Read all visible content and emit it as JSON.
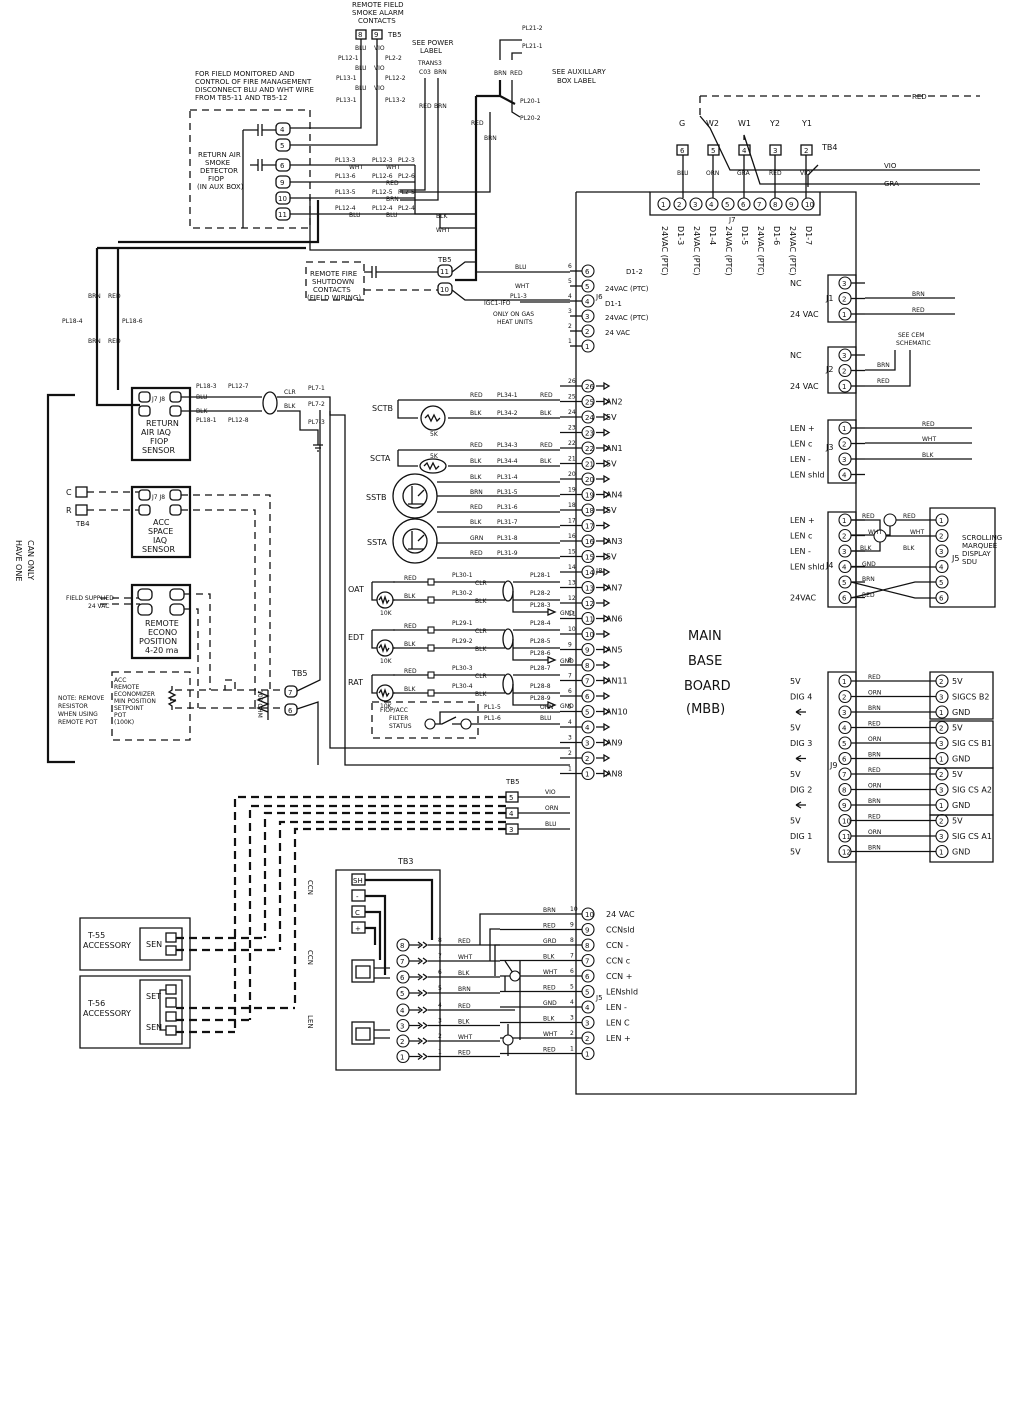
{
  "title_notes": {
    "smoke_alarm": [
      "REMOTE FIELD",
      "SMOKE ALARM",
      "CONTACTS"
    ],
    "power_label": [
      "SEE POWER",
      "LABEL"
    ],
    "trans": "TRANS3",
    "trans_pins": [
      "C03",
      "BRN"
    ],
    "aux_box": [
      "SEE AUXILLARY",
      "BOX LABEL"
    ],
    "fire_mgmt": [
      "FOR FIELD MONITORED AND",
      "CONTROL OF FIRE MANAGEMENT",
      "DISCONNECT BLU AND WHT WIRE",
      "FROM TB5-11 AND TB5-12"
    ],
    "return_smoke": [
      "RETURN AIR",
      "SMOKE",
      "DETECTOR",
      "FIOP",
      "(IN AUX BOX)"
    ],
    "fire_shutdown": [
      "REMOTE FIRE",
      "SHUTDOWN",
      "CONTACTS",
      "(FIELD WIRING)"
    ],
    "igc": "IGC1-IFO",
    "gas_note": [
      "ONLY ON GAS",
      "HEAT UNITS"
    ],
    "can_only": [
      "CAN ONLY",
      "HAVE ONE"
    ],
    "cem": [
      "SEE CEM",
      "SCHEMATIC"
    ],
    "scrolling": [
      "SCROLLING",
      "MARQUEE",
      "DISPLAY",
      "SDU"
    ],
    "mbb": [
      "MAIN",
      "BASE",
      "BOARD",
      "(MBB)"
    ],
    "field_supplied": [
      "FIELD SUPPLIED",
      "24 VAC"
    ],
    "remove_note": [
      "NOTE: REMOVE",
      "RESISTOR",
      "WHEN USING",
      "REMOTE POT"
    ],
    "acc_remote": [
      "ACC",
      "REMOTE",
      "ECONOMIZER",
      "MIN POSITION",
      "SETPOINT",
      "POT",
      "(100K)"
    ],
    "resistor": "100 OHM",
    "filter": [
      "FIOP/ACC",
      "FILTER",
      "STATUS"
    ]
  },
  "labels": {
    "tb5": "TB5",
    "tb4": "TB4",
    "tb3": "TB3",
    "j5": "J5",
    "j6": "J6",
    "j7": "J7",
    "j8": "J8",
    "j9": "J9",
    "j1": "J1",
    "j2": "J2",
    "j3": "J3",
    "j4": "J4",
    "red": "RED",
    "gra": "GRA",
    "vio": "VIO"
  },
  "smoke_contacts": {
    "pins": [
      "8",
      "9"
    ],
    "pl_left": [
      "PL12-1",
      "PL13-1",
      "PL13-1"
    ],
    "pl_right": [
      "PL2-2",
      "PL12-2",
      "PL13-2"
    ],
    "left_color": "BLU",
    "right_color": "VIO"
  },
  "tb5_top": [
    "4",
    "5",
    "6",
    "9",
    "10",
    "11"
  ],
  "smoke_pl": [
    {
      "a": "PL13-3",
      "c": "WHT",
      "b": "PL12-3",
      "d": "WHT",
      "e": "PL2-3"
    },
    {
      "a": "PL13-6",
      "c": "",
      "b": "PL12-6",
      "d": "RED",
      "e": "PL2-6"
    },
    {
      "a": "PL13-5",
      "c": "",
      "b": "PL12-5",
      "d": "BRN",
      "e": "PL2-5"
    },
    {
      "a": "PL12-4",
      "c": "BLU",
      "b": "PL12-4",
      "d": "BLU",
      "e": "PL2-4"
    }
  ],
  "aux_pl": {
    "top": "PL21-2",
    "top2": "PL21-1",
    "brn": "BRN",
    "red": "RED",
    "p1": "PL20-1",
    "p2": "PL20-2"
  },
  "tb4": [
    {
      "name": "G",
      "pin": "6",
      "color": "BLU"
    },
    {
      "name": "W2",
      "pin": "5",
      "color": "ORN"
    },
    {
      "name": "W1",
      "pin": "4",
      "color": "GRA"
    },
    {
      "name": "Y2",
      "pin": "3",
      "color": "RED"
    },
    {
      "name": "Y1",
      "pin": "2",
      "color": "VIO"
    }
  ],
  "j7_pins": [
    "1",
    "2",
    "3",
    "4",
    "5",
    "6",
    "7",
    "8",
    "9",
    "10"
  ],
  "j7_labels": [
    "24VAC (PTC)",
    "D1-3",
    "24VAC (PTC)",
    "D1-4",
    "24VAC (PTC)",
    "D1-5",
    "24VAC (PTC)",
    "D1-6",
    "24VAC (PTC)",
    "D1-7"
  ],
  "j6": [
    {
      "pin": "6",
      "label": "D1-2",
      "wire": "BLU"
    },
    {
      "pin": "5",
      "label": "24VAC (PTC)",
      "wire": "WHT"
    },
    {
      "pin": "4",
      "label": "D1-1",
      "wire": "PL1-3"
    },
    {
      "pin": "3",
      "label": "24VAC (PTC)",
      "wire": ""
    },
    {
      "pin": "2",
      "label": "24 VAC",
      "wire": ""
    },
    {
      "pin": "1",
      "label": "",
      "wire": ""
    }
  ],
  "tb5_fire": [
    "11",
    "10"
  ],
  "j8": [
    {
      "pin": "26",
      "label": "",
      "wire": ""
    },
    {
      "pin": "25",
      "label": "AN2",
      "wire": "RED"
    },
    {
      "pin": "24",
      "label": "5V",
      "wire": "BLK"
    },
    {
      "pin": "23",
      "label": "",
      "wire": ""
    },
    {
      "pin": "22",
      "label": "AN1",
      "wire": "RED"
    },
    {
      "pin": "21",
      "label": "5V",
      "wire": "BLK"
    },
    {
      "pin": "20",
      "label": "",
      "wire": ""
    },
    {
      "pin": "19",
      "label": "AN4",
      "wire": "BRN"
    },
    {
      "pin": "18",
      "label": "5V",
      "wire": "RED"
    },
    {
      "pin": "17",
      "label": "",
      "wire": "BLK"
    },
    {
      "pin": "16",
      "label": "AN3",
      "wire": "GRN"
    },
    {
      "pin": "15",
      "label": "5V",
      "wire": "RED"
    },
    {
      "pin": "14",
      "label": "",
      "wire": ""
    },
    {
      "pin": "13",
      "label": "AN7",
      "wire": ""
    },
    {
      "pin": "12",
      "label": "",
      "wire": ""
    },
    {
      "pin": "11",
      "label": "AN6",
      "wire": ""
    },
    {
      "pin": "10",
      "label": "",
      "wire": ""
    },
    {
      "pin": "9",
      "label": "AN5",
      "wire": ""
    },
    {
      "pin": "8",
      "label": "",
      "wire": "ORN"
    },
    {
      "pin": "7",
      "label": "AN11",
      "wire": "BLU"
    },
    {
      "pin": "6",
      "label": "",
      "wire": "BLK"
    },
    {
      "pin": "5",
      "label": "AN10",
      "wire": "BLU"
    },
    {
      "pin": "4",
      "label": "",
      "wire": ""
    },
    {
      "pin": "3",
      "label": "AN9",
      "wire": "VIO"
    },
    {
      "pin": "2",
      "label": "",
      "wire": "ORN"
    },
    {
      "pin": "1",
      "label": "AN8",
      "wire": "BLU"
    }
  ],
  "sensors": {
    "sctb": {
      "name": "SCTB",
      "pl": [
        "PL34-1",
        "PL34-2"
      ],
      "tag": "5K"
    },
    "scta": {
      "name": "SCTA",
      "pl": [
        "PL34-3",
        "PL34-4"
      ],
      "tag": "5K"
    },
    "sstb": {
      "name": "SSTB",
      "pl": [
        "PL31-4",
        "PL31-5",
        "PL31-6"
      ]
    },
    "ssta": {
      "name": "SSTA",
      "pl": [
        "PL31-7",
        "PL31-8",
        "PL31-9"
      ]
    },
    "oat": {
      "name": "OAT",
      "tag": "10K",
      "pl": [
        "PL30-1",
        "PL30-2",
        "PL28-1",
        "PL28-2",
        "PL28-3"
      ]
    },
    "edt": {
      "name": "EDT",
      "tag": "10K",
      "pl": [
        "PL29-1",
        "PL29-2",
        "PL28-4",
        "PL28-5",
        "PL28-6"
      ]
    },
    "rat": {
      "name": "RAT",
      "tag": "10K",
      "pl": [
        "PL30-3",
        "PL30-4",
        "PL28-7",
        "PL28-8",
        "PL28-9"
      ]
    },
    "clr": "CLR",
    "gnd": "GND",
    "filter_pl": [
      "PL1-5",
      "PL1-6"
    ]
  },
  "left_boxes": {
    "return_iaq": {
      "lines": [
        "RETURN",
        "AIR IAQ",
        "FIOP",
        "SENSOR"
      ],
      "j": "J7 J8",
      "pl": [
        "PL18-3",
        "PL18-1"
      ],
      "pl2": [
        "PL12-7",
        "PL12-8"
      ],
      "pl3": [
        "PL7-1",
        "PL7-2",
        "PL7-3"
      ]
    },
    "acc_space": {
      "lines": [
        "ACC",
        "SPACE",
        "IAQ",
        "SENSOR"
      ],
      "j": "J7 J8"
    },
    "econo": {
      "lines": [
        "REMOTE",
        "ECONO",
        "POSITION",
        "4-20 ma"
      ]
    },
    "pl18": [
      "PL18-4",
      "PL18-6"
    ],
    "brn_red": [
      "BRN",
      "RED"
    ],
    "c_label": "C",
    "r_label": "R",
    "tb4_left": "TB4",
    "tb5_mid": "TB5",
    "tb5_pins": [
      "7",
      "6"
    ]
  },
  "j1": {
    "rows": [
      {
        "l": "NC",
        "p": "3",
        "w": ""
      },
      {
        "l": "",
        "p": "2",
        "w": "BRN"
      },
      {
        "l": "24 VAC",
        "p": "1",
        "w": "RED"
      }
    ]
  },
  "j2": {
    "rows": [
      {
        "l": "NC",
        "p": "3",
        "w": ""
      },
      {
        "l": "",
        "p": "2",
        "w": "BRN"
      },
      {
        "l": "24 VAC",
        "p": "1",
        "w": "RED"
      }
    ]
  },
  "j3": {
    "rows": [
      {
        "l": "LEN +",
        "p": "1",
        "w": "RED"
      },
      {
        "l": "LEN c",
        "p": "2",
        "w": "WHT"
      },
      {
        "l": "LEN -",
        "p": "3",
        "w": "BLK"
      },
      {
        "l": "LEN shld",
        "p": "4",
        "w": ""
      }
    ]
  },
  "j4": {
    "rows": [
      {
        "l": "LEN +",
        "p": "1",
        "w": "RED"
      },
      {
        "l": "LEN c",
        "p": "2",
        "w": "WHT"
      },
      {
        "l": "LEN -",
        "p": "3",
        "w": "BLK"
      },
      {
        "l": "LEN shld",
        "p": "4",
        "w": "GND"
      },
      {
        "l": "",
        "p": "5",
        "w": "BRN"
      },
      {
        "l": "24VAC",
        "p": "6",
        "w": "RED"
      }
    ]
  },
  "sdu_pins": [
    "1",
    "2",
    "3",
    "4",
    "5",
    "6"
  ],
  "j9": [
    {
      "l": "5V",
      "p": "1",
      "w": "RED",
      "r": "2",
      "rl": "5V"
    },
    {
      "l": "DIG 4",
      "p": "2",
      "w": "ORN",
      "r": "3",
      "rl": "SIGCS B2"
    },
    {
      "l": "",
      "p": "3",
      "w": "BRN",
      "r": "1",
      "rl": "GND"
    },
    {
      "l": "5V",
      "p": "4",
      "w": "RED",
      "r": "2",
      "rl": "5V"
    },
    {
      "l": "DIG 3",
      "p": "5",
      "w": "ORN",
      "r": "3",
      "rl": "SIG CS B1"
    },
    {
      "l": "",
      "p": "6",
      "w": "BRN",
      "r": "1",
      "rl": "GND"
    },
    {
      "l": "5V",
      "p": "7",
      "w": "RED",
      "r": "2",
      "rl": "5V"
    },
    {
      "l": "DIG 2",
      "p": "8",
      "w": "ORN",
      "r": "3",
      "rl": "SIG CS A2"
    },
    {
      "l": "",
      "p": "9",
      "w": "BRN",
      "r": "1",
      "rl": "GND"
    },
    {
      "l": "5V",
      "p": "10",
      "w": "RED",
      "r": "2",
      "rl": "5V"
    },
    {
      "l": "DIG 1",
      "p": "11",
      "w": "ORN",
      "r": "3",
      "rl": "SIG CS A1"
    },
    {
      "l": "5V",
      "p": "12",
      "w": "BRN",
      "r": "1",
      "rl": "GND"
    }
  ],
  "tb5_low": [
    "5",
    "4",
    "3"
  ],
  "tb3": {
    "pins": [
      "SH",
      "-",
      "C",
      "+"
    ],
    "ccn": "CCN",
    "ccn2": "CCN",
    "len": "LEN"
  },
  "ccn_pins": [
    "8",
    "7",
    "6",
    "5"
  ],
  "len_pins": [
    "4",
    "3",
    "2",
    "1"
  ],
  "ccn_nums": [
    "8",
    "7",
    "6",
    "5",
    "4",
    "3",
    "2",
    "1"
  ],
  "ccn_wires": [
    "RED",
    "WHT",
    "BLK",
    "BRN",
    "RED",
    "BLK",
    "WHT",
    "RED"
  ],
  "j5": [
    {
      "pin": "10",
      "label": "24 VAC",
      "wire": "BRN"
    },
    {
      "pin": "9",
      "label": "CCNsld",
      "wire": "RED"
    },
    {
      "pin": "8",
      "label": "CCN -",
      "wire": "GRD"
    },
    {
      "pin": "7",
      "label": "CCN c",
      "wire": "BLK"
    },
    {
      "pin": "6",
      "label": "CCN +",
      "wire": "WHT"
    },
    {
      "pin": "5",
      "label": "LENshld",
      "wire": "RED"
    },
    {
      "pin": "4",
      "label": "LEN -",
      "wire": "GND"
    },
    {
      "pin": "3",
      "label": "LEN C",
      "wire": "BLK"
    },
    {
      "pin": "2",
      "label": "LEN +",
      "wire": "WHT"
    },
    {
      "pin": "1",
      "label": "",
      "wire": "RED"
    }
  ],
  "t55": {
    "name": [
      "T-55",
      "ACCESSORY"
    ],
    "sen": "SEN"
  },
  "t56": {
    "name": [
      "T-56",
      "ACCESSORY"
    ],
    "set": "SET",
    "sen": "SEN"
  },
  "colors": {
    "ink": "#111111",
    "paper": "#ffffff"
  }
}
